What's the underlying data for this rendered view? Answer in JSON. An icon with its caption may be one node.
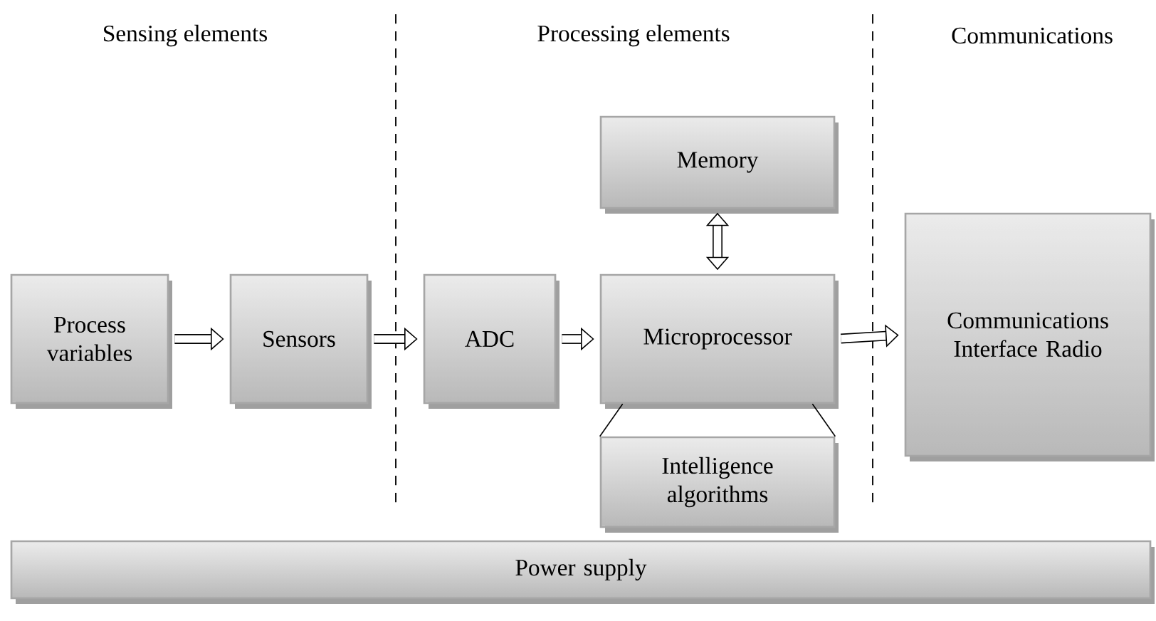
{
  "diagram": {
    "nodes": [
      {
        "text": [
          "Process variables"
        ]
      },
      {
        "text": [
          "Sensors"
        ]
      },
      {
        "text": [
          "ADC"
        ]
      },
      {
        "text": [
          "Memory"
        ]
      },
      {
        "text": [
          "Microprocessor"
        ]
      },
      {
        "text": [
          "Communications Interface Radio"
        ]
      },
      {
        "text": [
          "Intelligence algorithms"
        ]
      },
      {
        "text": [
          "Power supply"
        ]
      }
    ],
    "edges": [
      {
        "from": 0,
        "to": 1,
        "arrow": "to"
      },
      {
        "from": 1,
        "to": 2,
        "arrow": "to"
      },
      {
        "from": 2,
        "to": 4,
        "arrow": "to"
      },
      {
        "from": 3,
        "to": 4,
        "arrow": "both"
      },
      {
        "from": 4,
        "to": 5,
        "arrow": "to"
      },
      {
        "from": 4,
        "to": 6,
        "arrow": "none"
      },
      {
        "from": 4,
        "to": 6,
        "arrow": "none"
      }
    ],
    "labels": [
      "Sensing elements",
      "Processing elements",
      "Communications"
    ]
  }
}
